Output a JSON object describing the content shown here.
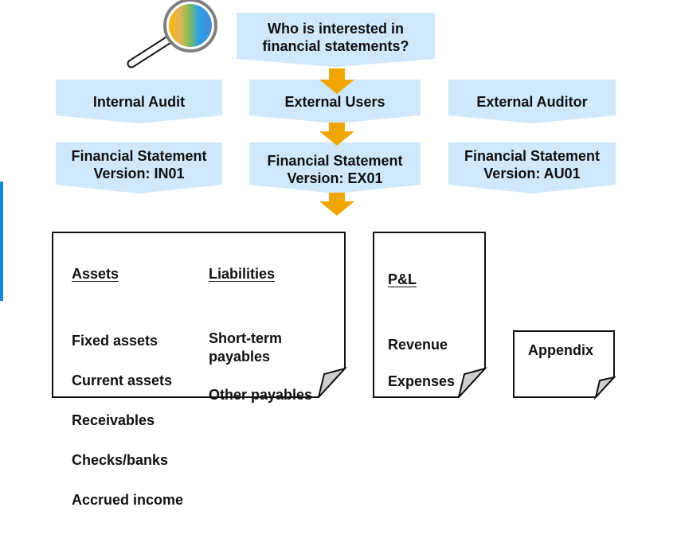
{
  "diagram": {
    "colors": {
      "box_fill": "#cfe8fb",
      "arrow_fill": "#f0a600",
      "document_stroke": "#111111",
      "magnifier_rim": "#7f7f7f",
      "magnifier_handle": "#ffffff"
    },
    "icons": {
      "top_left": "magnifying-glass-icon"
    },
    "question": "Who is interested in\nfinancial statements?",
    "groups": [
      {
        "audience": "Internal Audit",
        "version": "Financial Statement\nVersion: IN01"
      },
      {
        "audience": "External Users",
        "version": "Financial Statement\nVersion: EX01"
      },
      {
        "audience": "External Auditor",
        "version": "Financial Statement\nVersion: AU01"
      }
    ],
    "documents": {
      "balance_sheet": {
        "assets_heading": "Assets",
        "assets_items": [
          "Fixed assets",
          "Current assets",
          "Receivables",
          "Checks/banks",
          "Accrued income"
        ],
        "liabilities_heading": "Liabilities",
        "liabilities_items": [
          "Short-term\npayables",
          "Other payables"
        ]
      },
      "profit_and_loss": {
        "heading": "P&L",
        "items": [
          "Revenue",
          "Expenses"
        ]
      },
      "appendix": {
        "title": "Appendix"
      }
    }
  }
}
